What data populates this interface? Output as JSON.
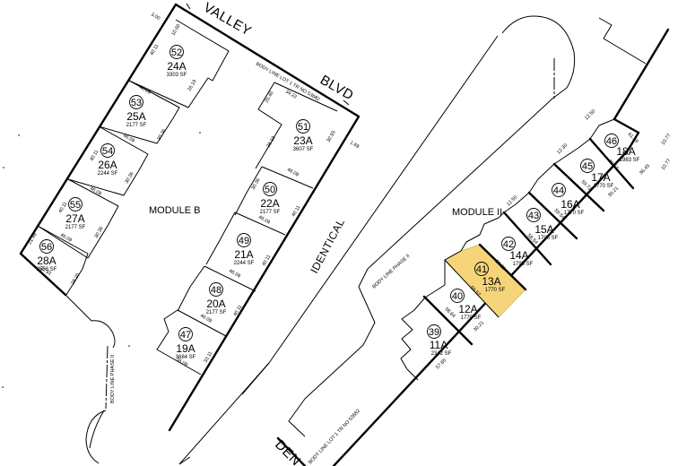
{
  "map": {
    "streets": {
      "valley": "VALLEY",
      "blvd": "BLVD",
      "identical": "IDENTICAL",
      "den": "DEN"
    },
    "modules": {
      "b": "MODULE B",
      "ii": "MODULE II"
    },
    "notes": {
      "body_line_top": "BODY LINE LOT 1 TR NO 53682",
      "body_line_bottom": "BODY LINE LOT 1 TR NO 53682",
      "body_line_phase_left": "BODY LINE PHASE II",
      "body_line_phase_right": "BODY LINE PHASE II"
    },
    "highlight_color": "#f6d57a",
    "units": [
      {
        "num": "52",
        "code": "24A",
        "sf": "3303 SF"
      },
      {
        "num": "53",
        "code": "25A",
        "sf": "2177 SF"
      },
      {
        "num": "54",
        "code": "26A",
        "sf": "2244 SF"
      },
      {
        "num": "55",
        "code": "27A",
        "sf": "2177 SF"
      },
      {
        "num": "56",
        "code": "28A",
        "sf": "2556 SF"
      },
      {
        "num": "51",
        "code": "23A",
        "sf": "3607 SF"
      },
      {
        "num": "50",
        "code": "22A",
        "sf": "2177 SF"
      },
      {
        "num": "49",
        "code": "21A",
        "sf": "2244 SF"
      },
      {
        "num": "48",
        "code": "20A",
        "sf": "2177 SF"
      },
      {
        "num": "47",
        "code": "19A",
        "sf": "3684 SF"
      },
      {
        "num": "46",
        "code": "18A",
        "sf": "1983 SF"
      },
      {
        "num": "45",
        "code": "17A",
        "sf": "1770 SF"
      },
      {
        "num": "44",
        "code": "16A",
        "sf": "1770 SF"
      },
      {
        "num": "43",
        "code": "15A",
        "sf": "1706 SF"
      },
      {
        "num": "42",
        "code": "14A",
        "sf": "1793 SF"
      },
      {
        "num": "41",
        "code": "13A",
        "sf": "1770 SF"
      },
      {
        "num": "40",
        "code": "12A",
        "sf": "1770 SF"
      },
      {
        "num": "39",
        "code": "11A",
        "sf": "2342 SF"
      }
    ],
    "dimensions": {
      "d1": "3.00",
      "d2": "10.60",
      "d3": "40.11",
      "d4": "46.09",
      "d5": "26.19",
      "d6": "30.36",
      "d7": "7.25",
      "d8": "3.23",
      "d9": "30.33",
      "d10": "40.11",
      "d11": "25.40",
      "d12": "34.22",
      "d13": "30.93",
      "d14": "28.19",
      "d15": "46.09",
      "d16": "40.11",
      "d17": "30.36",
      "d18": "21.48",
      "d19": "29.20",
      "d20": "33.11",
      "d21": "36.09",
      "d22": "1.69",
      "d23": "12.50",
      "d24": "61.29",
      "d25": "36.64",
      "d26": "36.45",
      "d27": "10.77",
      "d28": "59.72",
      "d29": "59.54",
      "d30": "58.54",
      "d31": "59.26",
      "d32": "59.57",
      "d33": "58.84",
      "d34": "30.21",
      "d35": "57.85",
      "d36": "12.30",
      "d37": "12.50"
    }
  }
}
